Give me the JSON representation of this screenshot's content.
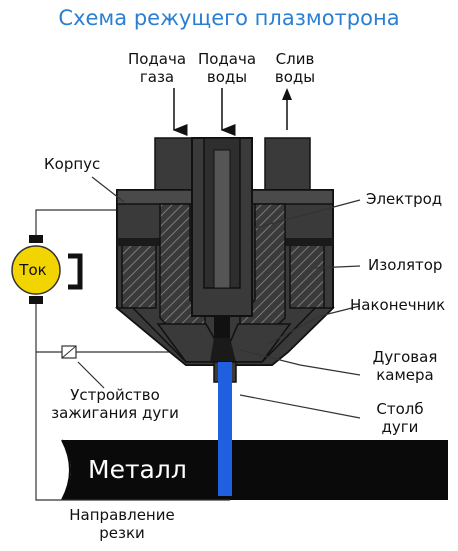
{
  "title": "Схема режущего плазмотрона",
  "inputs": {
    "gas": [
      "Подача",
      "газа"
    ],
    "water_in": [
      "Подача",
      "воды"
    ],
    "water_out": [
      "Слив",
      "воды"
    ]
  },
  "labels": {
    "body": "Корпус",
    "electrode": "Электрод",
    "insulator": "Изолятор",
    "nozzle": "Наконечник",
    "arc_chamber": [
      "Дуговая",
      "камера"
    ],
    "arc_column": [
      "Столб",
      "дуги"
    ],
    "ignition": [
      "Устройство",
      "зажигания дуги"
    ],
    "cut_direction": [
      "Направление",
      "резки"
    ]
  },
  "current_source": "Ток",
  "workpiece": "Металл",
  "colors": {
    "title": "#2a7fd4",
    "arc": "#1f5fe0",
    "source": "#f2d400",
    "body_dark": "#3a3a3a",
    "metal": "#0a0a0a"
  }
}
